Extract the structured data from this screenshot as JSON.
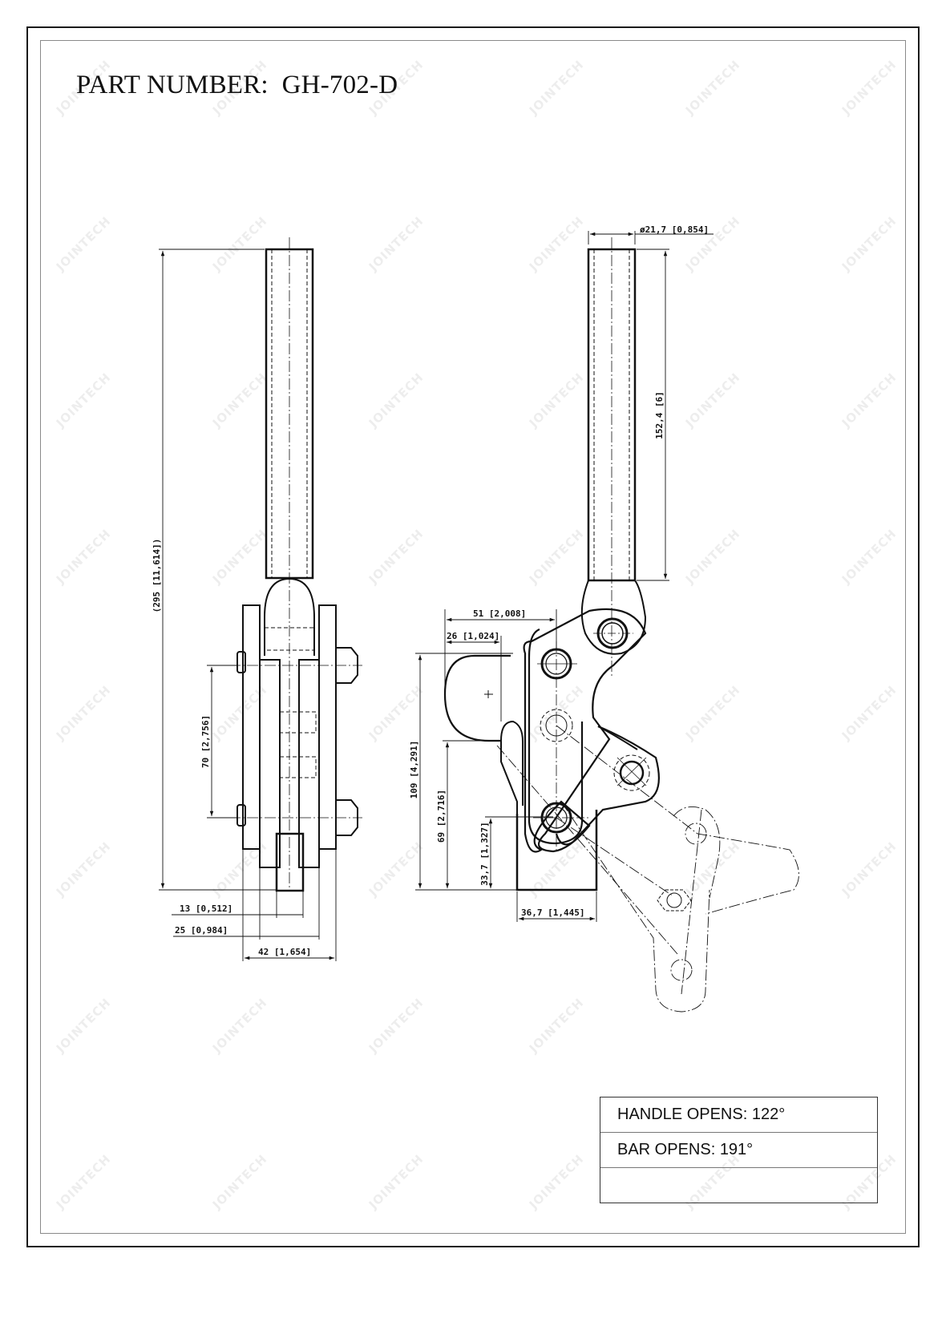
{
  "drawing": {
    "title": "PART NUMBER:  GH-702-D",
    "part_number": "GH-702-D",
    "watermark": "JOINTECH",
    "front_view": {
      "dimensions": {
        "overall_height": "(295 [11,614])",
        "bolt_spacing": "70 [2,756]",
        "width_inner": "13 [0,512]",
        "width_mid": "25 [0,984]",
        "width_outer": "42 [1,654]"
      }
    },
    "side_view": {
      "dimensions": {
        "handle_diameter": "ø21,7 [0,854]",
        "handle_length": "152,4 [6]",
        "reach_total": "51 [2,008]",
        "reach_pad": "26 [1,024]",
        "height_total": "109 [4,291]",
        "height_mid": "69 [2,716]",
        "height_base": "33,7 [1,327]",
        "base_width": "36,7 [1,445]"
      }
    },
    "info_table": {
      "rows": [
        {
          "label": "HANDLE OPENS: 122°"
        },
        {
          "label": "BAR OPENS: 191°"
        },
        {
          "label": ""
        }
      ]
    }
  }
}
